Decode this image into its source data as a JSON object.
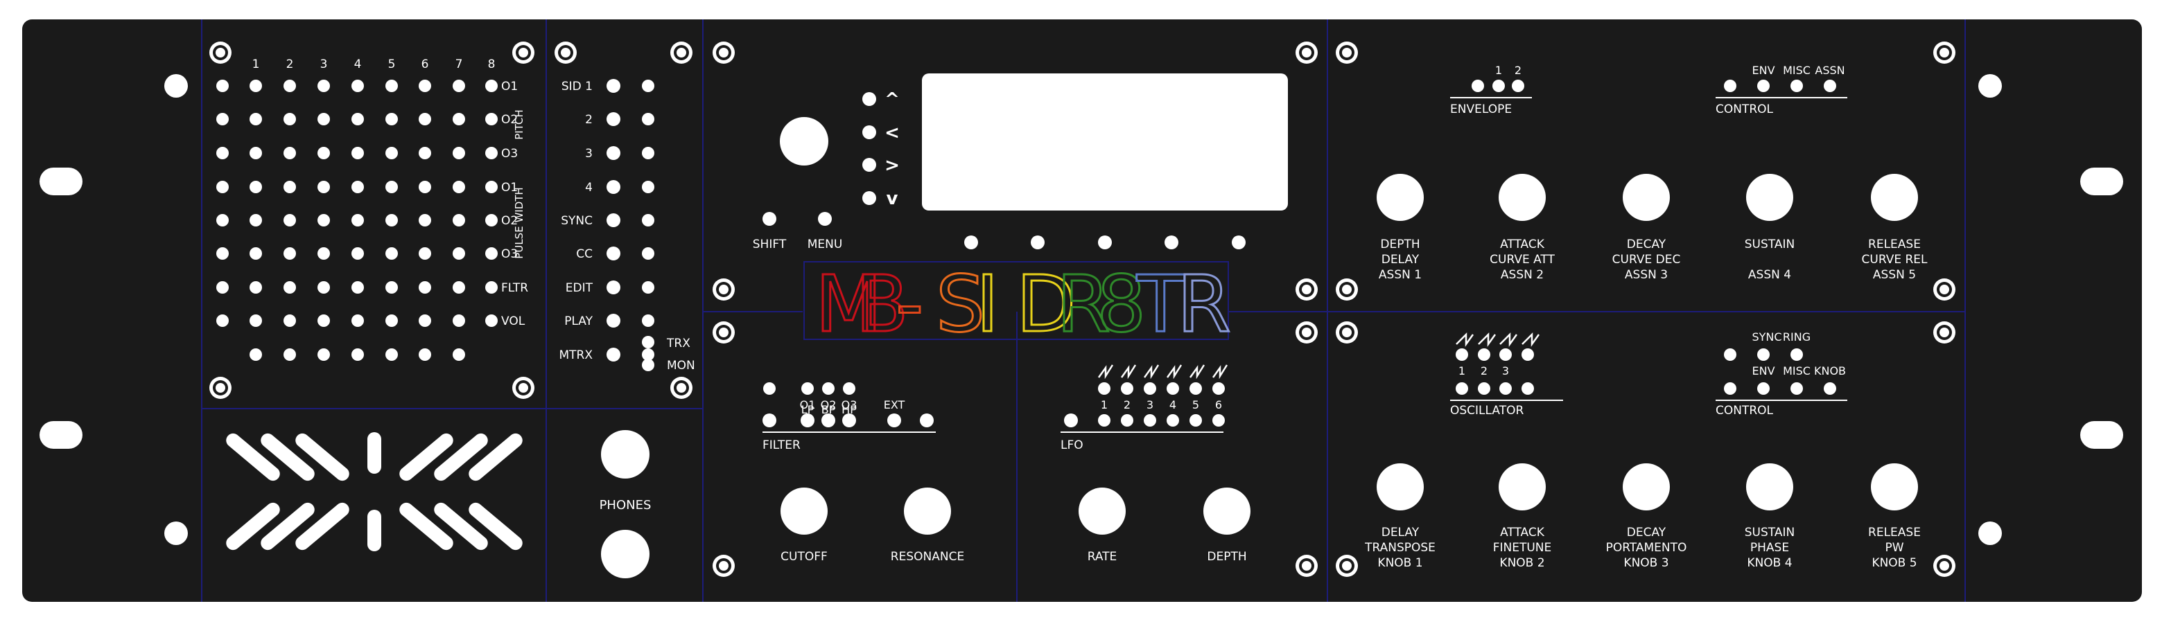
{
  "title": {
    "letters": [
      {
        "ch": "M",
        "color": "#c8101a"
      },
      {
        "ch": "B",
        "color": "#c8101a"
      },
      {
        "ch": "-",
        "color": "#e0471a"
      },
      {
        "ch": "S",
        "color": "#e86a1c"
      },
      {
        "ch": "I",
        "color": "#e8d21a"
      },
      {
        "ch": "D",
        "color": "#e8d21a"
      },
      {
        "ch": "R",
        "color": "#2f8a2a"
      },
      {
        "ch": "8",
        "color": "#2f8a2a"
      },
      {
        "ch": "T",
        "color": "#5a7ac8"
      },
      {
        "ch": "R",
        "color": "#8a9ad8"
      }
    ]
  },
  "matrix": {
    "col_labels": [
      "1",
      "2",
      "3",
      "4",
      "5",
      "6",
      "7",
      "8"
    ],
    "row_labels": [
      "O1",
      "O2",
      "O3",
      "O1",
      "O2",
      "O3",
      "FLTR",
      "VOL"
    ],
    "group_pitch": "PITCH",
    "group_pulse": "PULSE WIDTH"
  },
  "sid_buttons": {
    "labels": [
      "SID 1",
      "2",
      "3",
      "4",
      "SYNC",
      "CC",
      "EDIT",
      "PLAY",
      "MTRX"
    ],
    "trx": "TRX",
    "mon": "MON"
  },
  "lcd": {
    "nav": [
      "^",
      "<",
      ">",
      "v"
    ],
    "shift": "SHIFT",
    "menu": "MENU"
  },
  "phones": "PHONES",
  "filter": {
    "section": "FILTER",
    "top_labels": [
      "LP",
      "BP",
      "HP"
    ],
    "osc_labels": [
      "O1",
      "O2",
      "O3"
    ],
    "ext": "EXT",
    "knob1": "CUTOFF",
    "knob2": "RESONANCE"
  },
  "lfo": {
    "section": "LFO",
    "numbers": [
      "1",
      "2",
      "3",
      "4",
      "5",
      "6"
    ],
    "knob1": "RATE",
    "knob2": "DEPTH"
  },
  "envelope": {
    "section": "ENVELOPE",
    "numbers": [
      "1",
      "2"
    ],
    "control": "CONTROL",
    "control_labels": [
      "ENV",
      "MISC",
      "ASSN"
    ],
    "knobs": [
      [
        "DEPTH",
        "DELAY",
        "ASSN 1"
      ],
      [
        "ATTACK",
        "CURVE ATT",
        "ASSN 2"
      ],
      [
        "DECAY",
        "CURVE DEC",
        "ASSN 3"
      ],
      [
        "SUSTAIN",
        "",
        "ASSN 4"
      ],
      [
        "RELEASE",
        "CURVE REL",
        "ASSN 5"
      ]
    ]
  },
  "oscillator": {
    "section": "OSCILLATOR",
    "numbers": [
      "1",
      "2",
      "3"
    ],
    "control": "CONTROL",
    "sync_ring": [
      "SYNC",
      "RING"
    ],
    "control_labels": [
      "ENV",
      "MISC",
      "KNOB"
    ],
    "knobs": [
      [
        "DELAY",
        "TRANSPOSE",
        "KNOB 1"
      ],
      [
        "ATTACK",
        "FINETUNE",
        "KNOB 2"
      ],
      [
        "DECAY",
        "PORTAMENTO",
        "KNOB 3"
      ],
      [
        "SUSTAIN",
        "PHASE",
        "KNOB 4"
      ],
      [
        "RELEASE",
        "PW",
        "KNOB 5"
      ]
    ]
  },
  "colors": {
    "panel": "#1a1a1a",
    "divider": "#1c1c7a",
    "print": "#ffffff"
  }
}
